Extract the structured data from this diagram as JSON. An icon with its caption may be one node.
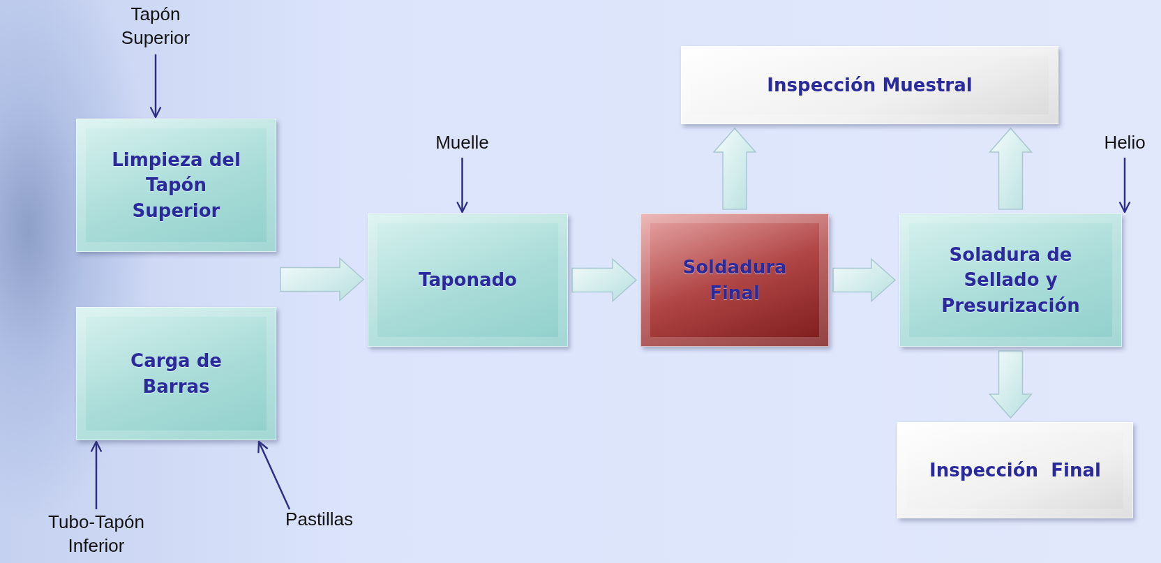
{
  "diagram": {
    "nodes": [
      {
        "text": [
          "Tapón Superior"
        ]
      },
      {
        "text": [
          "Limpieza del Tapón Superior"
        ]
      },
      {
        "text": [
          "Carga de Barras"
        ]
      },
      {
        "text": [
          "Tubo-Tapón Inferior"
        ]
      },
      {
        "text": [
          "Pastillas"
        ]
      },
      {
        "text": [
          "Muelle"
        ]
      },
      {
        "text": [
          "Taponado"
        ]
      },
      {
        "text": [
          "Soldadura Final"
        ]
      },
      {
        "text": [
          "Inspección Muestral"
        ]
      },
      {
        "text": [
          "Helio"
        ]
      },
      {
        "text": [
          "Soladura de Sellado y Presurización"
        ]
      },
      {
        "text": [
          "Inspección  Final"
        ]
      }
    ],
    "edges": [
      {
        "from": 0,
        "to": 1,
        "arrow": "to"
      },
      {
        "from": 3,
        "to": 2,
        "arrow": "to"
      },
      {
        "from": 4,
        "to": 2,
        "arrow": "to"
      },
      {
        "from": 1,
        "to": 6,
        "arrow": "to",
        "style": "thick"
      },
      {
        "from": 2,
        "to": 6,
        "arrow": "to",
        "style": "thick"
      },
      {
        "from": 5,
        "to": 6,
        "arrow": "to"
      },
      {
        "from": 6,
        "to": 7,
        "arrow": "to",
        "style": "thick"
      },
      {
        "from": 7,
        "to": 8,
        "arrow": "to",
        "style": "thick"
      },
      {
        "from": 9,
        "to": 10,
        "arrow": "to"
      },
      {
        "from": 7,
        "to": 10,
        "arrow": "to",
        "style": "thick"
      },
      {
        "from": 10,
        "to": 8,
        "arrow": "to",
        "style": "thick"
      },
      {
        "from": 10,
        "to": 11,
        "arrow": "to",
        "style": "thick"
      }
    ]
  }
}
